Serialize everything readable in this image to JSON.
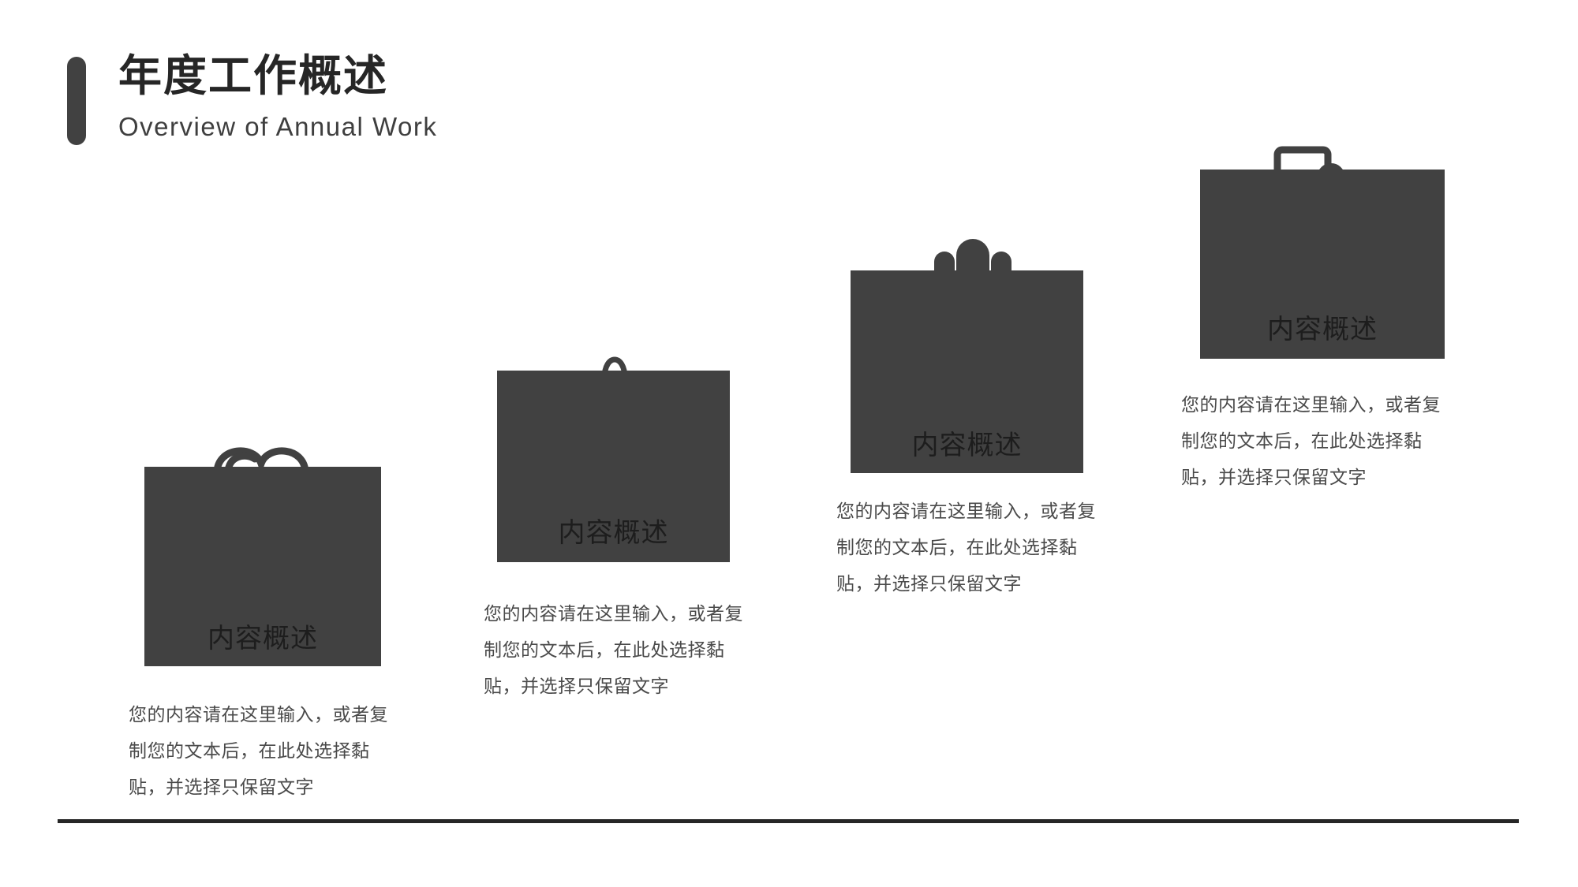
{
  "header": {
    "title_cn": "年度工作概述",
    "title_en": "Overview of Annual Work",
    "accent_color": "#414141"
  },
  "theme": {
    "bag_fill": "#414141",
    "text_color": "#4a4a4a",
    "caption_color": "#1d1d1d",
    "rule_color": "#262626",
    "background": "#ffffff"
  },
  "bags": [
    {
      "caption": "内容概述",
      "handle": "double-arc-handle-icon",
      "description": "您的内容请在这里输入，或者复制您的文本后，在此处选择黏贴，并选择只保留文字"
    },
    {
      "caption": "内容概述",
      "handle": "single-arch-handle-icon",
      "description": "您的内容请在这里输入，或者复制您的文本后，在此处选择黏贴，并选择只保留文字"
    },
    {
      "caption": "内容概述",
      "handle": "triple-bump-handle-icon",
      "description": "您的内容请在这里输入，或者复制您的文本后，在此处选择黏贴，并选择只保留文字"
    },
    {
      "caption": "内容概述",
      "handle": "rect-hook-handle-icon",
      "description": "您的内容请在这里输入，或者复制您的文本后，在此处选择黏贴，并选择只保留文字"
    }
  ]
}
